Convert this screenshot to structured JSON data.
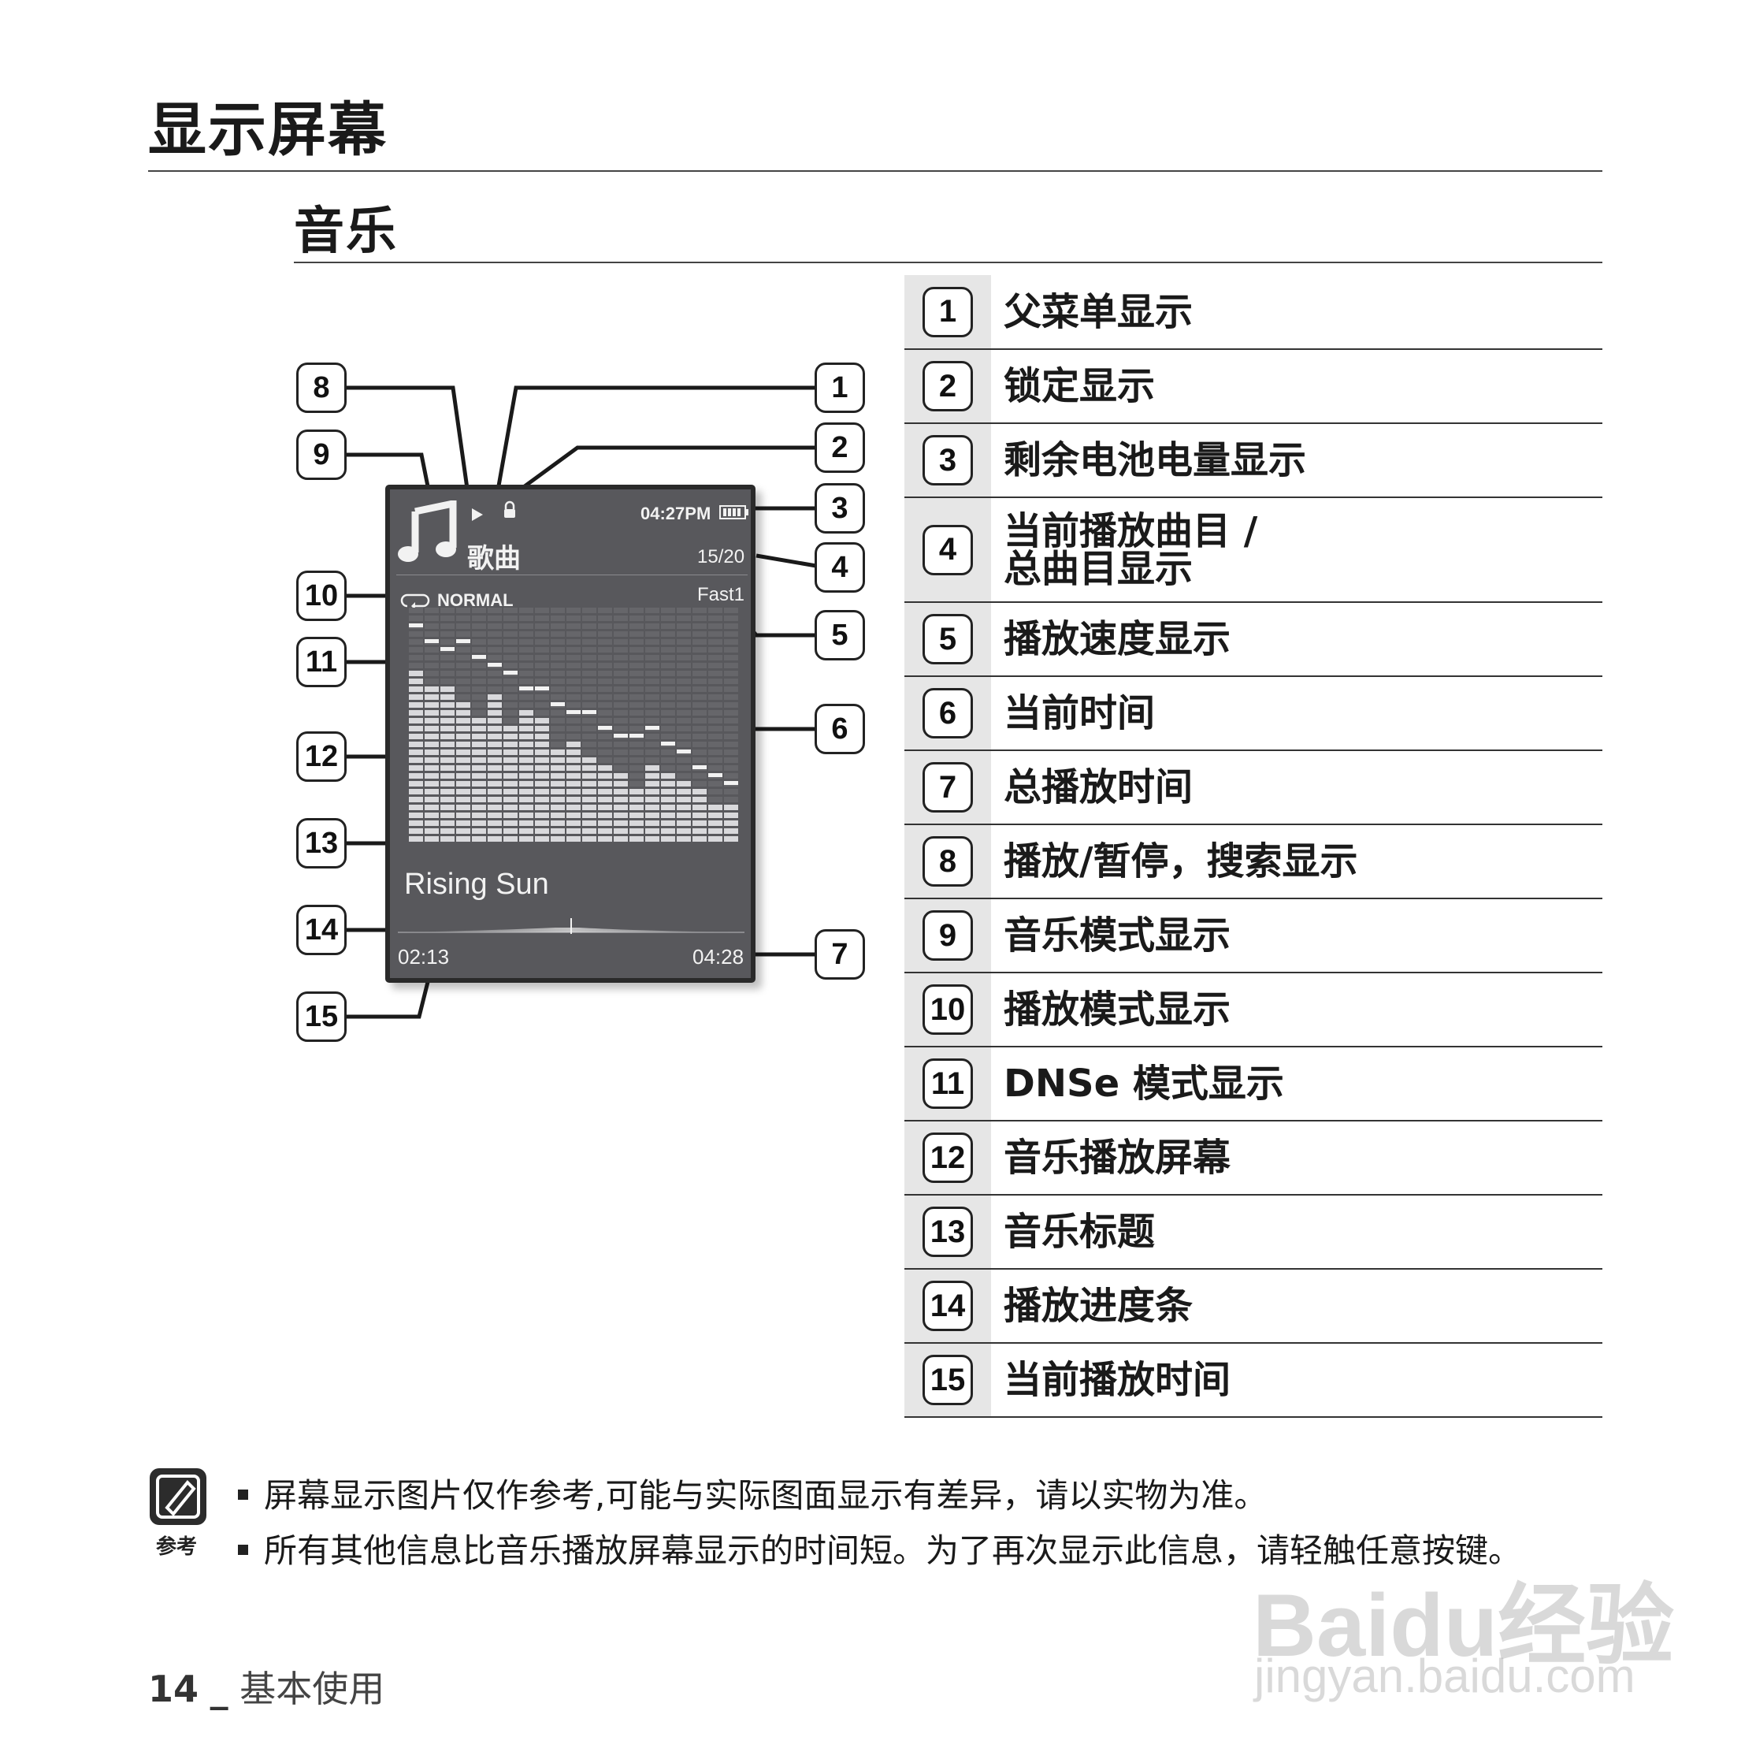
{
  "section_title": "显示屏幕",
  "subsection_title": "音乐",
  "legend": [
    {
      "num": "1",
      "label": "父菜单显示"
    },
    {
      "num": "2",
      "label": "锁定显示"
    },
    {
      "num": "3",
      "label": "剩余电池电量显示"
    },
    {
      "num": "4",
      "label": "当前播放曲目 /",
      "label2": "总曲目显示"
    },
    {
      "num": "5",
      "label": "播放速度显示"
    },
    {
      "num": "6",
      "label": "当前时间"
    },
    {
      "num": "7",
      "label": "总播放时间"
    },
    {
      "num": "8",
      "label": "播放/暂停，搜索显示"
    },
    {
      "num": "9",
      "label": "音乐模式显示"
    },
    {
      "num": "10",
      "label": "播放模式显示"
    },
    {
      "num": "11",
      "label": "DNSe 模式显示"
    },
    {
      "num": "12",
      "label": "音乐播放屏幕"
    },
    {
      "num": "13",
      "label": "音乐标题"
    },
    {
      "num": "14",
      "label": "播放进度条"
    },
    {
      "num": "15",
      "label": "当前播放时间"
    }
  ],
  "device": {
    "menu_label": "歌曲",
    "clock": "04:27PM",
    "track_count": "15/20",
    "speed": "Fast1",
    "play_mode": "NORMAL",
    "song_title": "Rising Sun",
    "elapsed": "02:13",
    "total": "04:28",
    "progress": 0.5
  },
  "note": {
    "icon_caption": "参考",
    "bullets": [
      "屏幕显示图片仅作参考,可能与实际图面显示有差异，请以实物为准。",
      "所有其他信息比音乐播放屏幕显示的时间短。为了再次显示此信息，请轻触任意按键。"
    ]
  },
  "footer": {
    "page_number": "14",
    "separator": "_",
    "section": "基本使用"
  },
  "watermark": {
    "brand": "Baidu经验",
    "url": "jingyan.baidu.com"
  }
}
